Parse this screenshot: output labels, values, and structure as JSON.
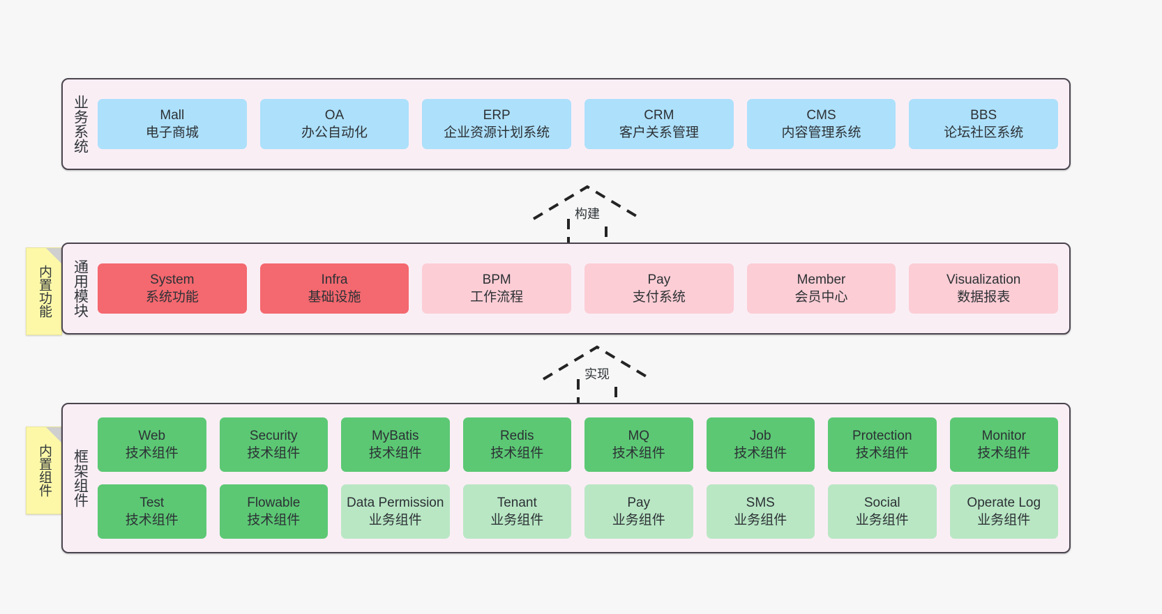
{
  "diagram": {
    "background": "#f7f7f7",
    "panel_fill": "#faeef5",
    "panel_border": "#4a444e",
    "note_fill": "#fcf8a8"
  },
  "layers": [
    {
      "id": "business",
      "title": "业务系统",
      "card_color": "#ade0fb",
      "rows": [
        {
          "cards": [
            {
              "name": "Mall",
              "desc": "电子商城",
              "style": "c-blue"
            },
            {
              "name": "OA",
              "desc": "办公自动化",
              "style": "c-blue"
            },
            {
              "name": "ERP",
              "desc": "企业资源计划系统",
              "style": "c-blue"
            },
            {
              "name": "CRM",
              "desc": "客户关系管理",
              "style": "c-blue"
            },
            {
              "name": "CMS",
              "desc": "内容管理系统",
              "style": "c-blue"
            },
            {
              "name": "BBS",
              "desc": "论坛社区系统",
              "style": "c-blue"
            }
          ]
        }
      ]
    },
    {
      "id": "common",
      "title": "通用模块",
      "card_color": "#fccdd5",
      "rows": [
        {
          "cards": [
            {
              "name": "System",
              "desc": "系统功能",
              "style": "c-red"
            },
            {
              "name": "Infra",
              "desc": "基础设施",
              "style": "c-red"
            },
            {
              "name": "BPM",
              "desc": "工作流程",
              "style": "c-pink"
            },
            {
              "name": "Pay",
              "desc": "支付系统",
              "style": "c-pink"
            },
            {
              "name": "Member",
              "desc": "会员中心",
              "style": "c-pink"
            },
            {
              "name": "Visualization",
              "desc": "数据报表",
              "style": "c-pink"
            }
          ]
        }
      ]
    },
    {
      "id": "frame",
      "title": "框架组件",
      "card_color": "#5cc874",
      "rows": [
        {
          "cards": [
            {
              "name": "Web",
              "desc": "技术组件",
              "style": "c-green"
            },
            {
              "name": "Security",
              "desc": "技术组件",
              "style": "c-green"
            },
            {
              "name": "MyBatis",
              "desc": "技术组件",
              "style": "c-green"
            },
            {
              "name": "Redis",
              "desc": "技术组件",
              "style": "c-green"
            },
            {
              "name": "MQ",
              "desc": "技术组件",
              "style": "c-green"
            },
            {
              "name": "Job",
              "desc": "技术组件",
              "style": "c-green"
            },
            {
              "name": "Protection",
              "desc": "技术组件",
              "style": "c-green"
            },
            {
              "name": "Monitor",
              "desc": "技术组件",
              "style": "c-green"
            }
          ]
        },
        {
          "cards": [
            {
              "name": "Test",
              "desc": "技术组件",
              "style": "c-green"
            },
            {
              "name": "Flowable",
              "desc": "技术组件",
              "style": "c-green"
            },
            {
              "name": "Data Permission",
              "desc": "业务组件",
              "style": "c-greenlight"
            },
            {
              "name": "Tenant",
              "desc": "业务组件",
              "style": "c-greenlight"
            },
            {
              "name": "Pay",
              "desc": "业务组件",
              "style": "c-greenlight"
            },
            {
              "name": "SMS",
              "desc": "业务组件",
              "style": "c-greenlight"
            },
            {
              "name": "Social",
              "desc": "业务组件",
              "style": "c-greenlight"
            },
            {
              "name": "Operate Log",
              "desc": "业务组件",
              "style": "c-greenlight"
            }
          ]
        }
      ]
    }
  ],
  "notes": [
    {
      "id": "features",
      "label": "内置功能"
    },
    {
      "id": "components",
      "label": "内置组件"
    }
  ],
  "connectors": [
    {
      "id": "build",
      "label": "构建"
    },
    {
      "id": "realize",
      "label": "实现"
    }
  ]
}
